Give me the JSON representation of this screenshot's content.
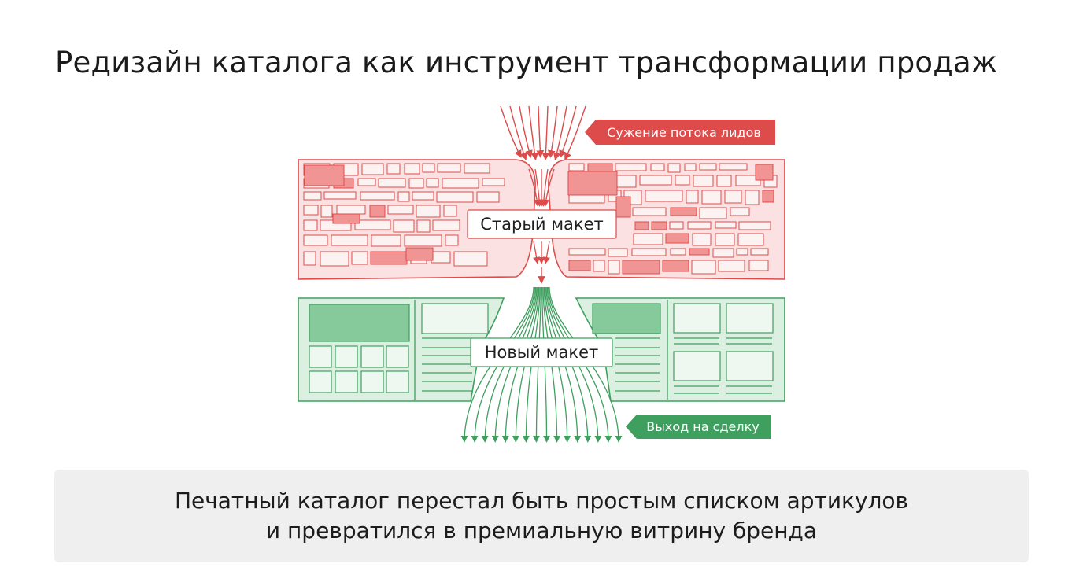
{
  "title": "Редизайн каталога как инструмент трансформации продаж",
  "diagram": {
    "old_layout_label": "Старый макет",
    "new_layout_label": "Новый макет",
    "lead_narrowing_tag": "Сужение потока лидов",
    "deal_exit_tag": "Выход на сделку",
    "colors": {
      "red": "#dd4b4b",
      "red_fill": "#fbe1e1",
      "red_block": "#f19494",
      "green": "#3f9f5f",
      "green_fill": "#dcf0e2",
      "green_block": "#86c99b"
    }
  },
  "caption": {
    "line1": "Печатный каталог перестал быть простым списком артикулов",
    "line2": "и превратился в премиальную витрину бренда"
  }
}
